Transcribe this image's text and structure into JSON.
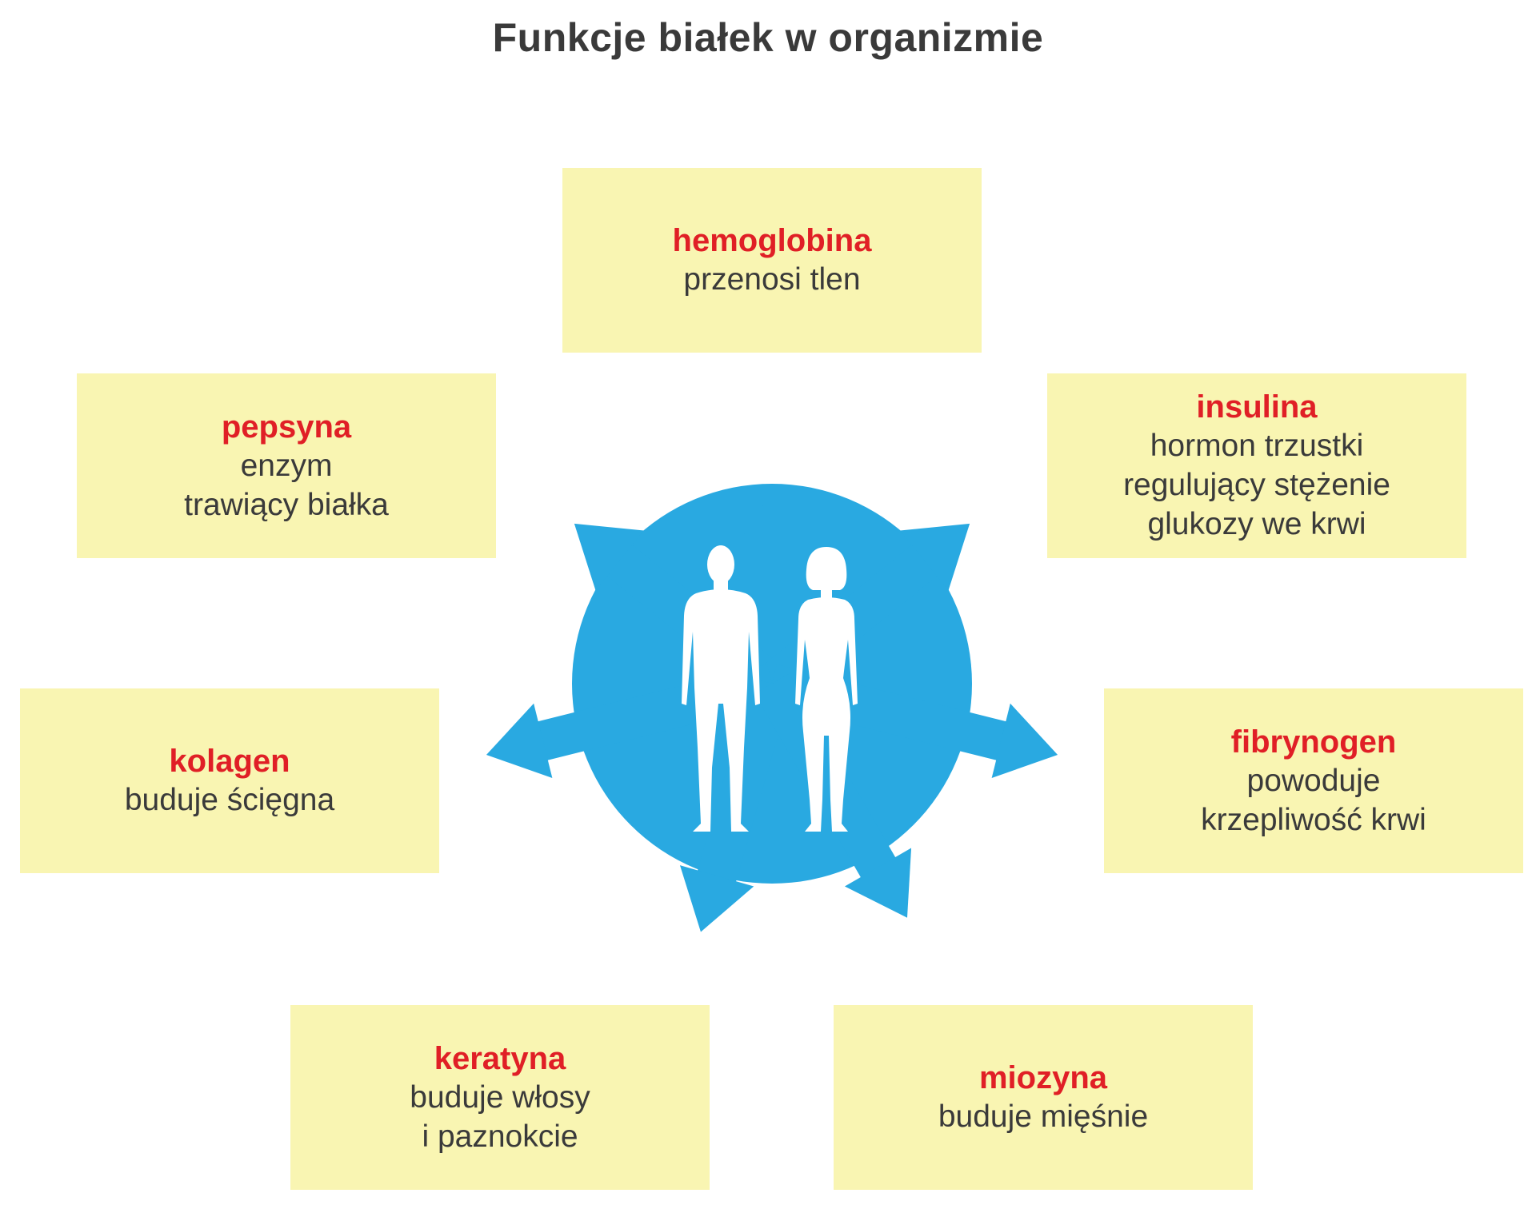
{
  "title": "Funkcje białek w organizmie",
  "colors": {
    "box_background": "#f9f5b2",
    "protein_name": "#e01f26",
    "description_text": "#3a3a3a",
    "hub": "#29a9e1",
    "silhouette": "#ffffff"
  },
  "icons": [
    "male-silhouette-icon",
    "female-silhouette-icon",
    "arrow-icon"
  ],
  "proteins": {
    "hemoglobina": {
      "name": "hemoglobina",
      "description": "przenosi tlen"
    },
    "pepsyna": {
      "name": "pepsyna",
      "description": "enzym\ntrawiący białka"
    },
    "insulina": {
      "name": "insulina",
      "description": "hormon trzustki\nregulujący stężenie\nglukozy we krwi"
    },
    "kolagen": {
      "name": "kolagen",
      "description": "buduje ścięgna"
    },
    "fibrynogen": {
      "name": "fibrynogen",
      "description": "powoduje\nkrzepliwość krwi"
    },
    "keratyna": {
      "name": "keratyna",
      "description": "buduje włosy\ni paznokcie"
    },
    "miozyna": {
      "name": "miozyna",
      "description": "buduje mięśnie"
    }
  }
}
